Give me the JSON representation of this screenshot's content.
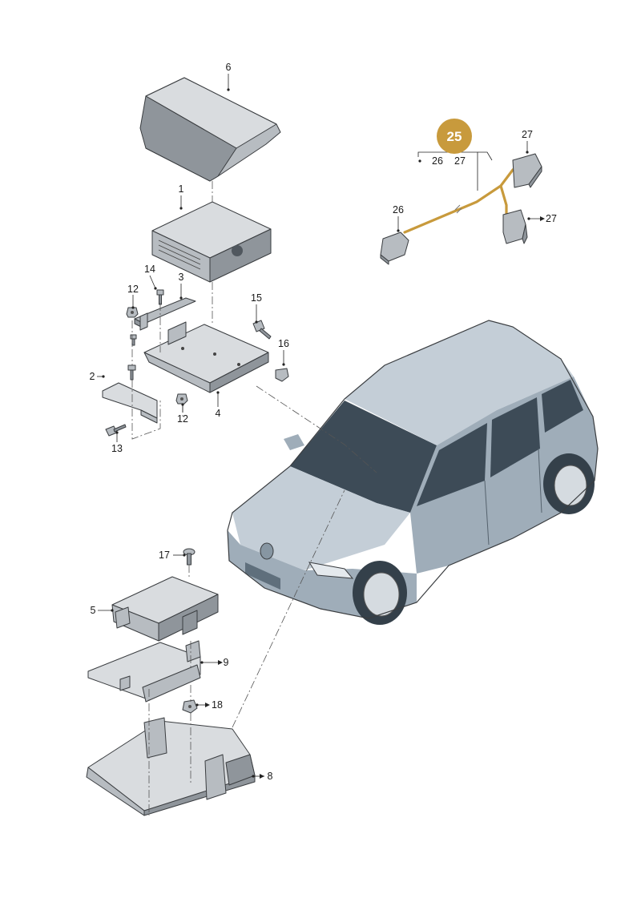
{
  "diagram": {
    "group_badge": {
      "number": "25",
      "color": "#c89a3c"
    },
    "group_refs": [
      "26",
      "27"
    ],
    "labels": {
      "p1": "1",
      "p2": "2",
      "p3": "3",
      "p4": "4",
      "p5": "5",
      "p6": "6",
      "p8": "8",
      "p9": "9",
      "p12a": "12",
      "p12b": "12",
      "p13": "13",
      "p14": "14",
      "p15": "15",
      "p16": "16",
      "p17": "17",
      "p18": "18",
      "p26": "26",
      "p27a": "27",
      "p27b": "27"
    },
    "colors": {
      "part_fill": "#c9cdd1",
      "vehicle_fill": "#9fadb9",
      "cable_highlight": "#c89a3c"
    }
  }
}
